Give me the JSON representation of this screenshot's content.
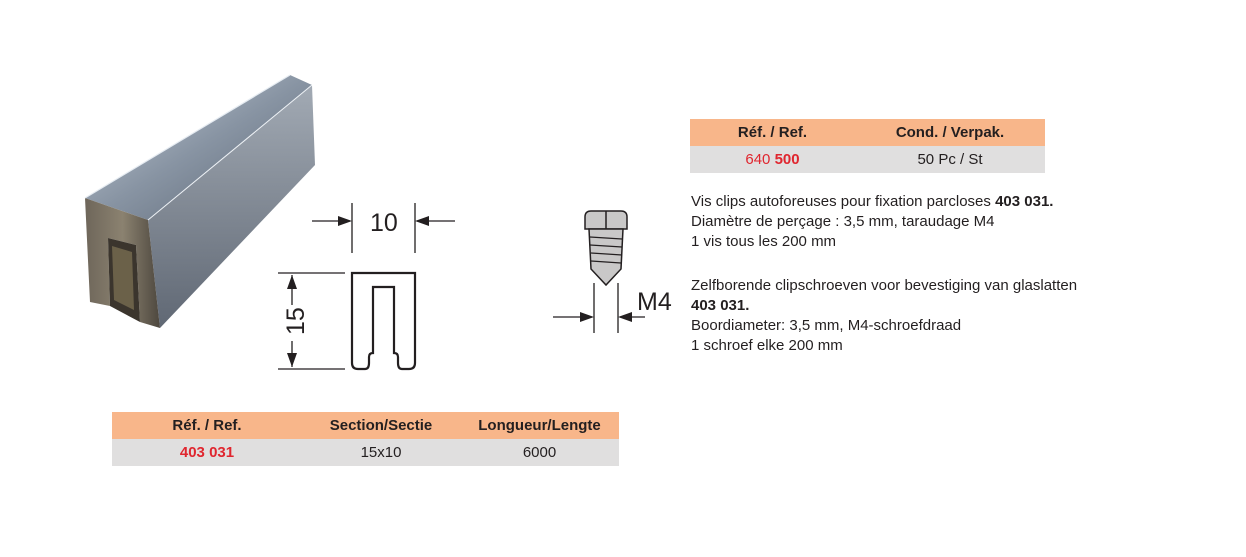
{
  "profile_table": {
    "headers": [
      "Réf. / Ref.",
      "Section/Sectie",
      "Longueur/Lengte"
    ],
    "row": {
      "ref": "403 031",
      "section": "15x10",
      "length": "6000"
    }
  },
  "clip_table": {
    "headers": [
      "Réf. / Ref.",
      "Cond. / Verpak."
    ],
    "row": {
      "ref_prefix": "640",
      "ref_suffix": "500",
      "cond": "50 Pc / St"
    }
  },
  "drawing": {
    "width_label": "10",
    "height_label": "15",
    "screw_label": "M4"
  },
  "desc_fr": {
    "line1_text": "Vis clips autoforeuses pour fixation parcloses ",
    "line1_ref": "403 031.",
    "line2": "Diamètre de perçage : 3,5 mm, taraudage M4",
    "line3": "1 vis tous les 200 mm"
  },
  "desc_nl": {
    "line1": "Zelfborende clipschroeven voor bevestiging van glaslatten",
    "line2_ref": "403 031.",
    "line3": "Boordiameter: 3,5 mm, M4-schroefdraad",
    "line4": "1 schroef elke 200 mm"
  },
  "colors": {
    "header_bg": "#f8b68a",
    "row_bg": "#e0dfdf",
    "ref_red": "#e0262f"
  }
}
